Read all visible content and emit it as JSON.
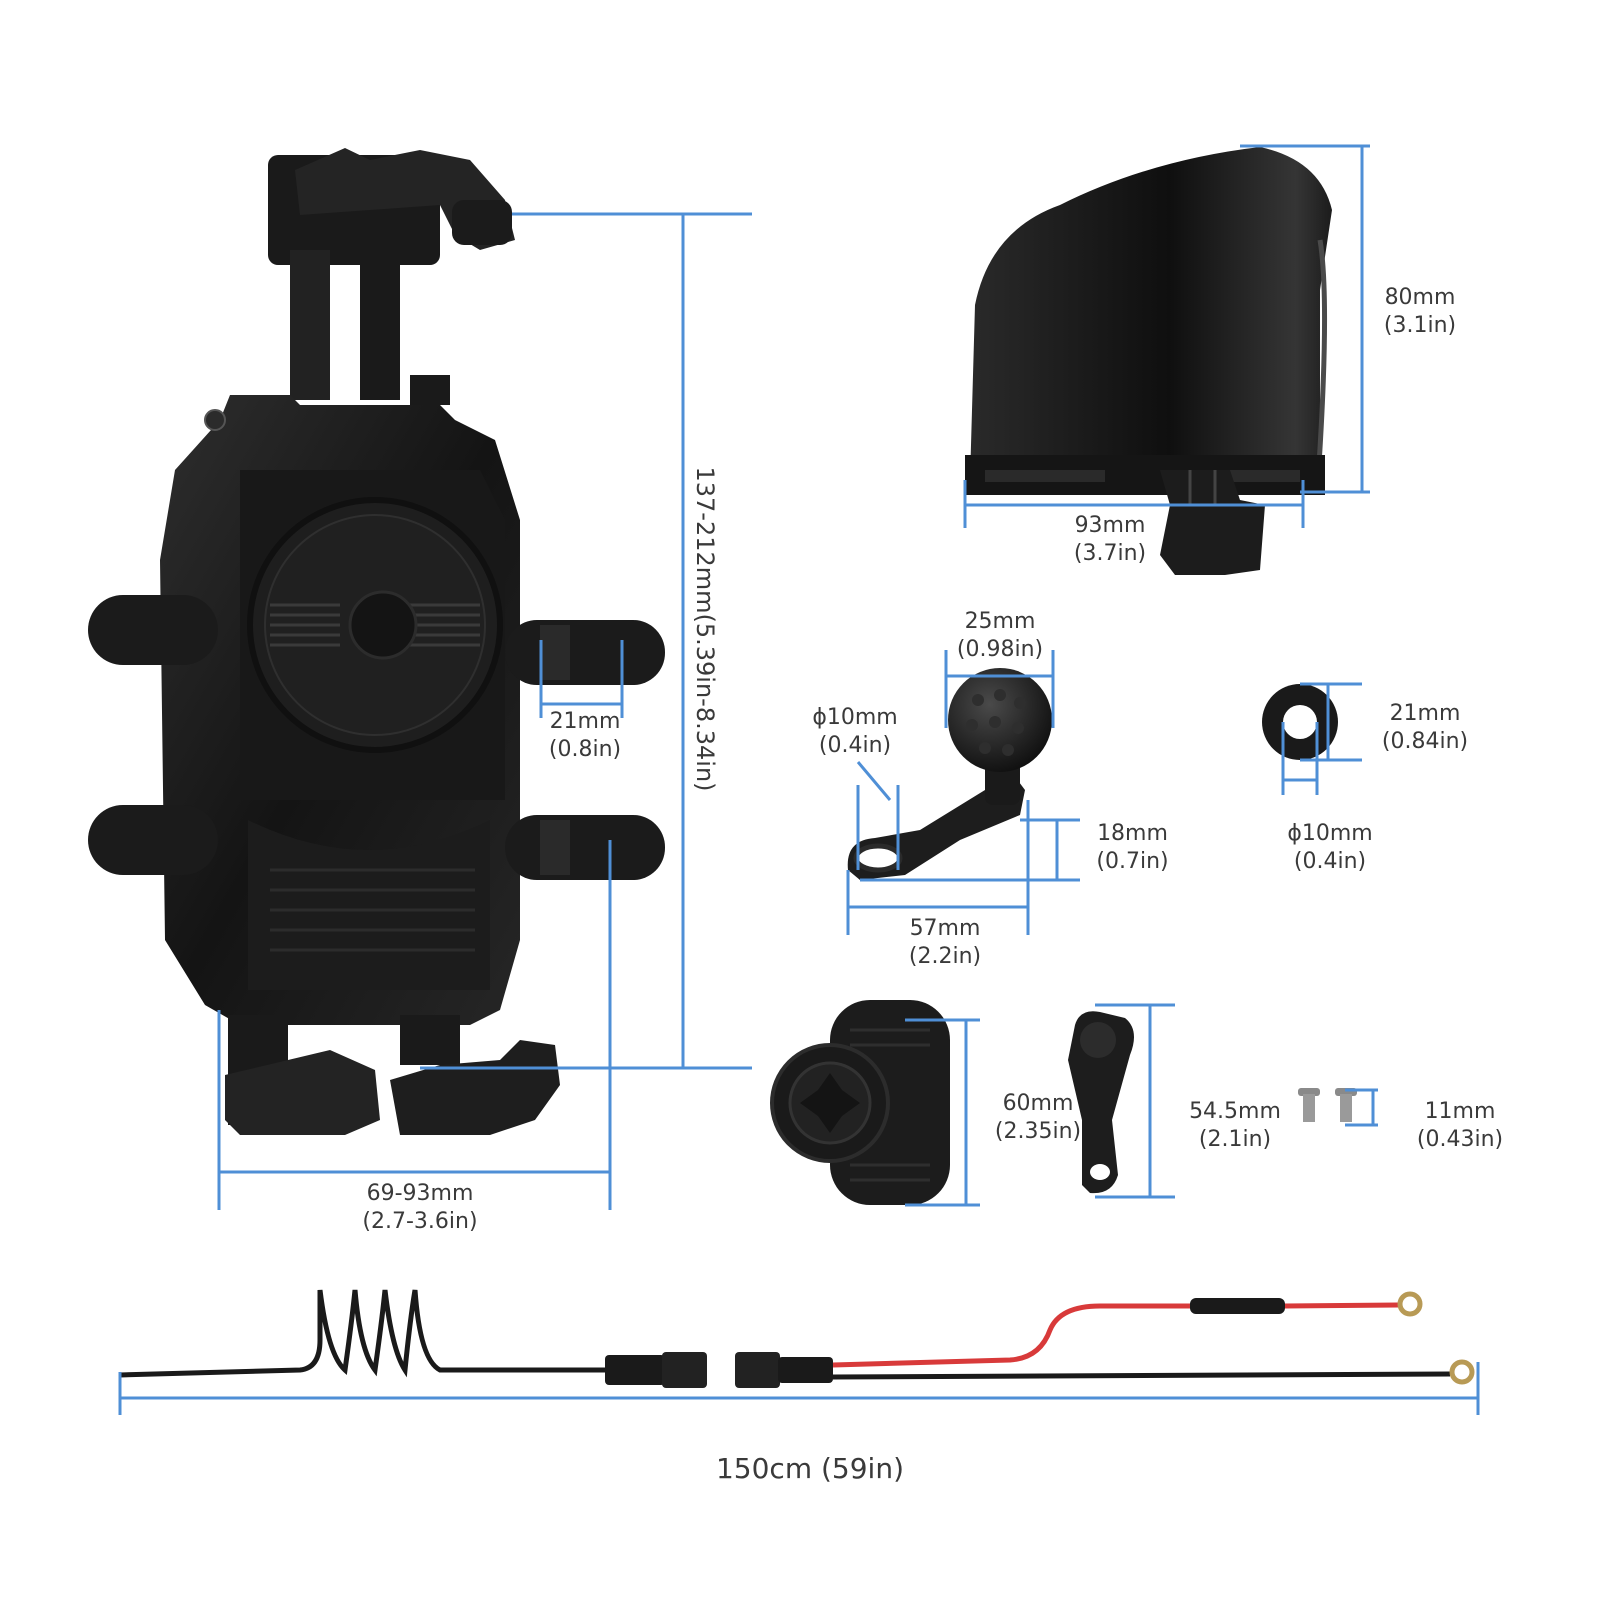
{
  "colors": {
    "dimension_line": "#4f8fd6",
    "part_body": "#1b1b1b",
    "part_highlight": "#3a3a3a",
    "positive_wire": "#d83a3a",
    "label_text": "#3a3a3a"
  },
  "phone_holder": {
    "height_label": "137-212mm(5.39in-8.34in)",
    "width_label_mm": "69-93mm",
    "width_label_in": "(2.7-3.6in)",
    "arm_mm": "21mm",
    "arm_in": "(0.8in)"
  },
  "sun_cover": {
    "height_mm": "80mm",
    "height_in": "(3.1in)",
    "width_mm": "93mm",
    "width_in": "(3.7in)"
  },
  "mirror_mount": {
    "ball_mm": "25mm",
    "ball_in": "(0.98in)",
    "hole_mm": "ϕ10mm",
    "hole_in": "(0.4in)",
    "height_mm": "18mm",
    "height_in": "(0.7in)",
    "length_mm": "57mm",
    "length_in": "(2.2in)"
  },
  "washer": {
    "outer_mm": "21mm",
    "outer_in": "(0.84in)",
    "inner_mm": "ϕ10mm",
    "inner_in": "(0.4in)"
  },
  "double_socket_arm": {
    "length_mm": "60mm",
    "length_in": "(2.35in)"
  },
  "bracket": {
    "length_mm": "54.5mm",
    "length_in": "(2.1in)"
  },
  "screws": {
    "length_mm": "11mm",
    "length_in": "(0.43in)"
  },
  "cable": {
    "length_label": "150cm (59in)"
  }
}
